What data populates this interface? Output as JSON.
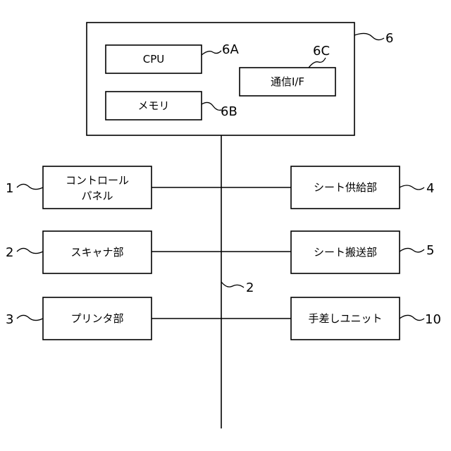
{
  "controller": {
    "ref": "6",
    "cpu": {
      "label": "CPU",
      "ref": "6A"
    },
    "memory": {
      "label": "メモリ",
      "ref": "6B"
    },
    "comm_if": {
      "label": "通信I/F",
      "ref": "6C"
    }
  },
  "bus": {
    "ref": "2"
  },
  "left_units": [
    {
      "lines": [
        "コントロール",
        "パネル"
      ],
      "ref": "1"
    },
    {
      "lines": [
        "スキャナ部"
      ],
      "ref": "2"
    },
    {
      "lines": [
        "プリンタ部"
      ],
      "ref": "3"
    }
  ],
  "right_units": [
    {
      "lines": [
        "シート供給部"
      ],
      "ref": "4"
    },
    {
      "lines": [
        "シート搬送部"
      ],
      "ref": "5"
    },
    {
      "lines": [
        "手差しユニット"
      ],
      "ref": "10"
    }
  ]
}
